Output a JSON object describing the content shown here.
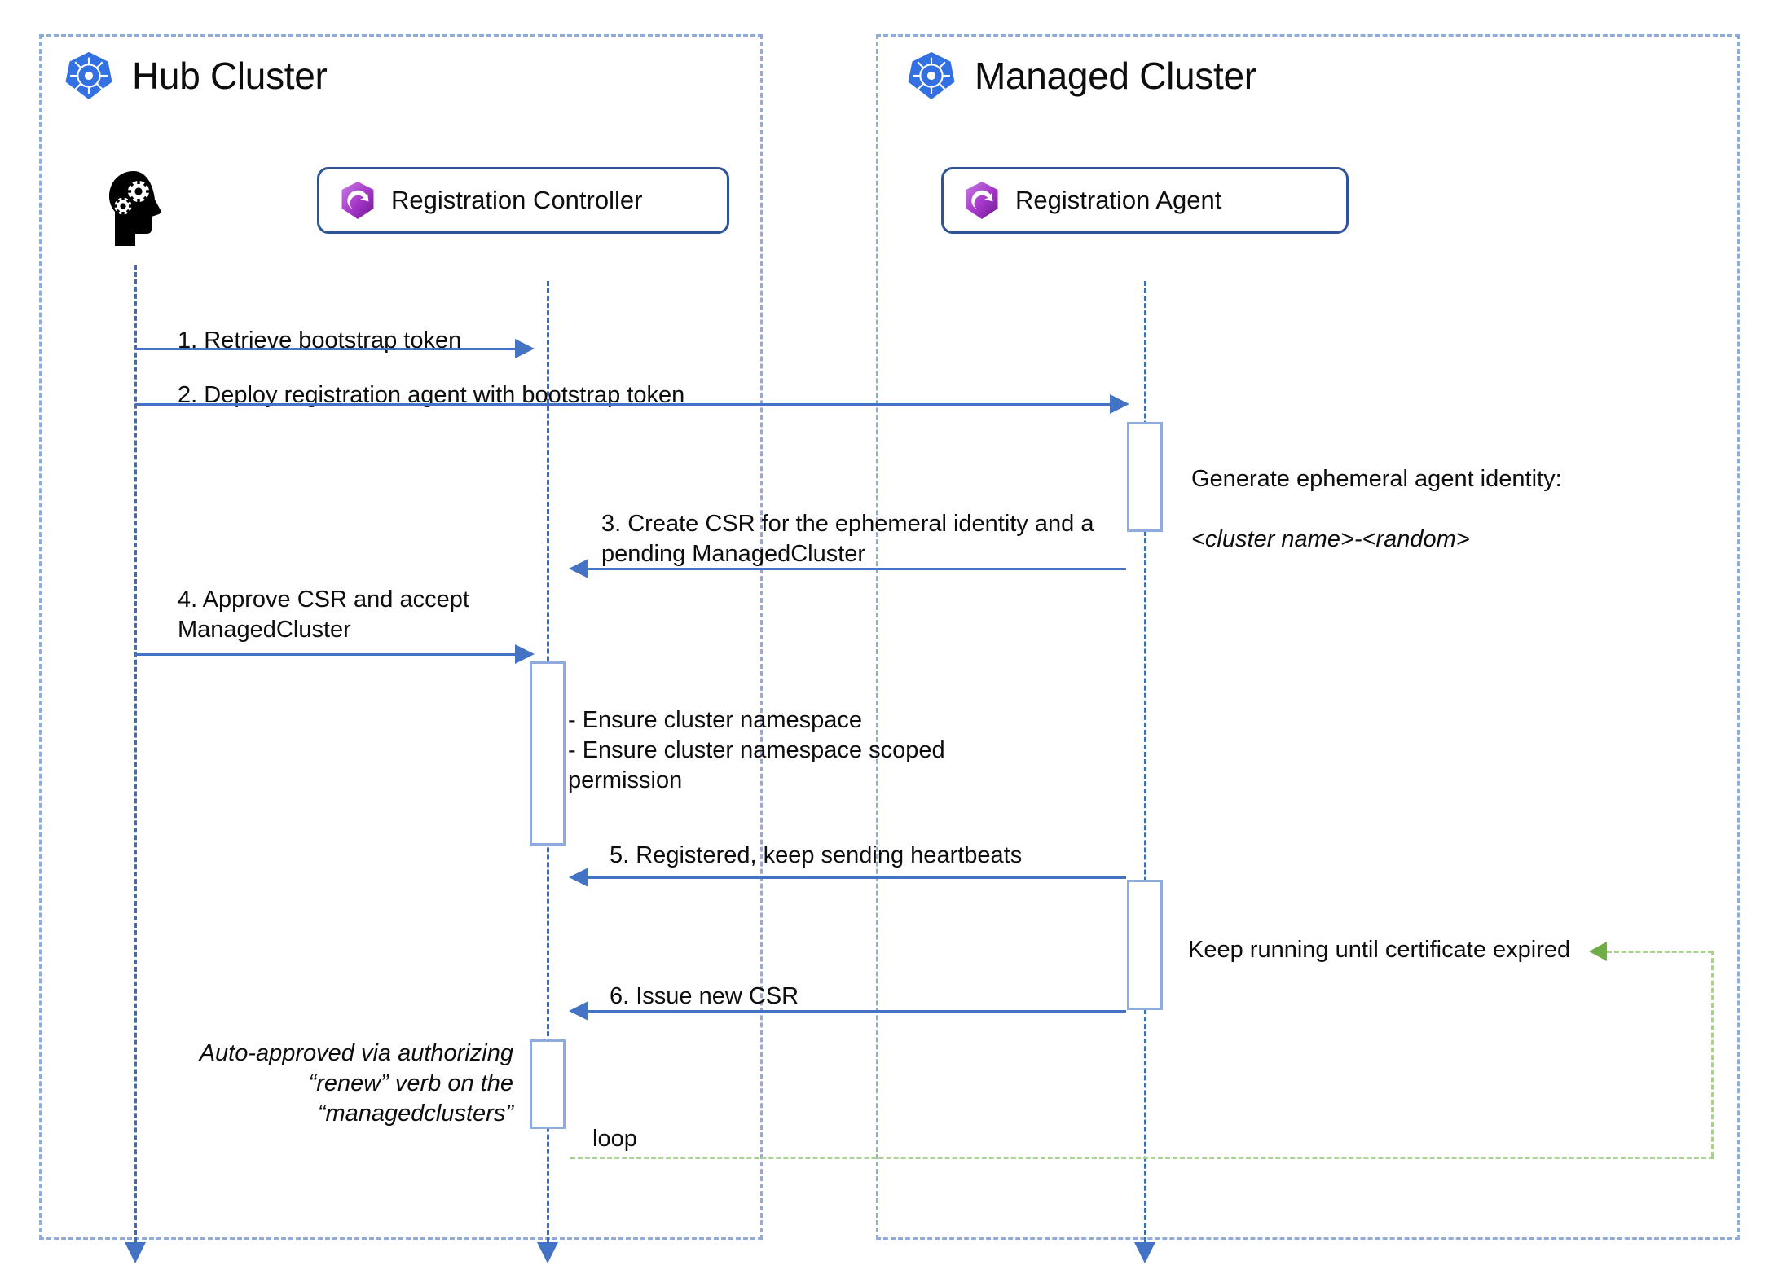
{
  "diagram": {
    "type": "sequence-diagram",
    "title": "OCM cluster registration sequence",
    "colors": {
      "container_border": "#8faadc",
      "participant_border": "#2e5496",
      "lifeline": "#3a6bbd",
      "message_arrow": "#4472c4",
      "activation_border": "#8faadc",
      "loop_frame": "#a9d18e",
      "loop_arrow": "#70ad47",
      "k8s_blue": "#3371e3",
      "ocm_purple": "#a335c8",
      "text": "#0d0d0d"
    }
  },
  "clusters": [
    {
      "id": "hub",
      "title": "Hub Cluster",
      "icon": "kubernetes-icon"
    },
    {
      "id": "managed",
      "title": "Managed Cluster",
      "icon": "kubernetes-icon"
    }
  ],
  "participants": [
    {
      "id": "user",
      "label": "",
      "icon": "user-head-gears-icon",
      "cluster": "hub"
    },
    {
      "id": "registration-controller",
      "label": "Registration Controller",
      "icon": "ocm-icon",
      "cluster": "hub"
    },
    {
      "id": "registration-agent",
      "label": "Registration Agent",
      "icon": "ocm-icon",
      "cluster": "managed"
    }
  ],
  "messages": [
    {
      "num": "1",
      "label": "1. Retrieve bootstrap token",
      "from": "user",
      "to": "registration-controller",
      "direction": "right"
    },
    {
      "num": "2",
      "label": "2. Deploy registration agent with bootstrap token",
      "from": "user",
      "to": "registration-agent",
      "direction": "right"
    },
    {
      "num": "3",
      "label": "3. Create CSR for the ephemeral identity and a\npending ManagedCluster",
      "from": "registration-agent",
      "to": "registration-controller",
      "direction": "left"
    },
    {
      "num": "4",
      "label": "4. Approve CSR and accept\nManagedCluster",
      "from": "user",
      "to": "registration-controller",
      "direction": "right"
    },
    {
      "num": "5",
      "label": "5. Registered, keep sending heartbeats",
      "from": "registration-agent",
      "to": "registration-controller",
      "direction": "left"
    },
    {
      "num": "6",
      "label": "6. Issue new CSR",
      "from": "registration-agent",
      "to": "registration-controller",
      "direction": "left"
    }
  ],
  "notes": [
    {
      "id": "ephemeral-identity",
      "line1": "Generate ephemeral agent identity:",
      "line2": "<cluster name>-<random>",
      "style": "line2-italic"
    },
    {
      "id": "cluster-namespace",
      "text": "- Ensure cluster namespace\n- Ensure cluster namespace scoped\n   permission",
      "style": "plain"
    },
    {
      "id": "keep-running",
      "text": "Keep running until certificate expired",
      "style": "plain"
    },
    {
      "id": "auto-approved",
      "text": "Auto-approved via authorizing\n“renew” verb on the\n“managedclusters”",
      "style": "italic-right"
    }
  ],
  "loop": {
    "label": "loop"
  }
}
